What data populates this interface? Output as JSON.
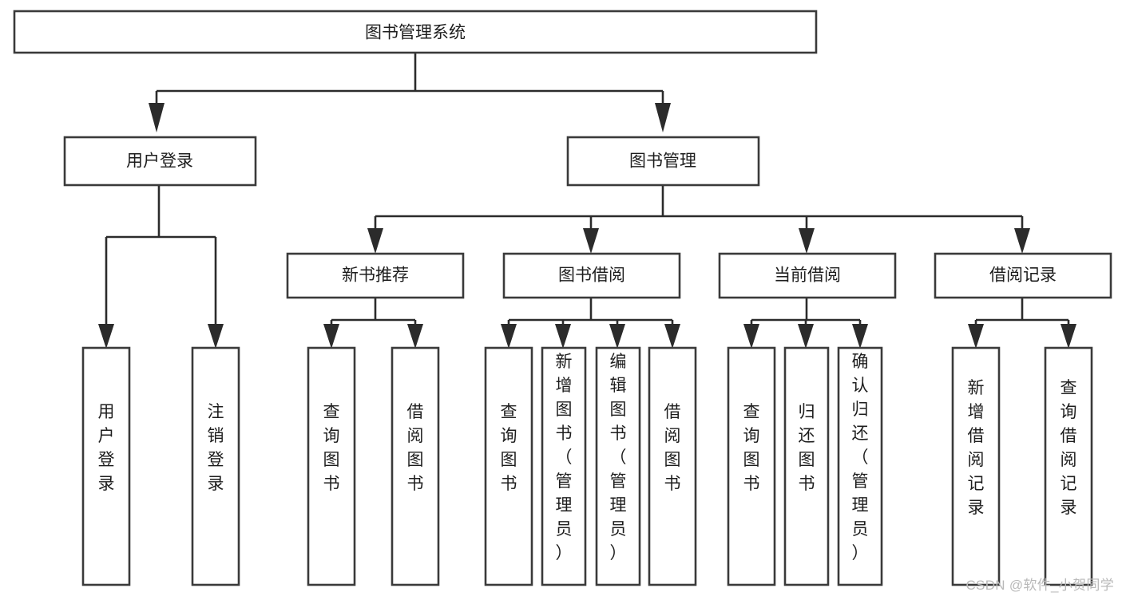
{
  "diagram": {
    "type": "tree",
    "title": "图书管理系统",
    "orientation": "top-down",
    "colors": {
      "box_stroke": "#3a3a3a",
      "box_fill": "#ffffff",
      "connector": "#2b2b2b",
      "label": "#1d1d1d",
      "watermark": "#b9b9b9",
      "background": "#ffffff"
    },
    "root": {
      "id": "root",
      "label": "图书管理系统",
      "text_orientation": "horizontal"
    },
    "level2": [
      {
        "id": "user-login",
        "label": "用户登录",
        "text_orientation": "horizontal"
      },
      {
        "id": "book-manage",
        "label": "图书管理",
        "text_orientation": "horizontal"
      }
    ],
    "level3": [
      {
        "id": "new-book-recommend",
        "label": "新书推荐",
        "parent": "book-manage",
        "text_orientation": "horizontal"
      },
      {
        "id": "book-borrow",
        "label": "图书借阅",
        "parent": "book-manage",
        "text_orientation": "horizontal"
      },
      {
        "id": "current-borrow",
        "label": "当前借阅",
        "parent": "book-manage",
        "text_orientation": "horizontal"
      },
      {
        "id": "borrow-record",
        "label": "借阅记录",
        "parent": "book-manage",
        "text_orientation": "horizontal"
      }
    ],
    "leaves": [
      {
        "id": "leaf-user-login",
        "label": "用户登录",
        "parent": "user-login",
        "text_orientation": "vertical"
      },
      {
        "id": "leaf-logout",
        "label": "注销登录",
        "parent": "user-login",
        "text_orientation": "vertical"
      },
      {
        "id": "leaf-query-book-1",
        "label": "查询图书",
        "parent": "new-book-recommend",
        "text_orientation": "vertical"
      },
      {
        "id": "leaf-borrow-book-1",
        "label": "借阅图书",
        "parent": "new-book-recommend",
        "text_orientation": "vertical"
      },
      {
        "id": "leaf-query-book-2",
        "label": "查询图书",
        "parent": "book-borrow",
        "text_orientation": "vertical"
      },
      {
        "id": "leaf-add-book",
        "label": "新增图书（管理员）",
        "parent": "book-borrow",
        "text_orientation": "vertical"
      },
      {
        "id": "leaf-edit-book",
        "label": "编辑图书（管理员）",
        "parent": "book-borrow",
        "text_orientation": "vertical"
      },
      {
        "id": "leaf-borrow-book-2",
        "label": "借阅图书",
        "parent": "book-borrow",
        "text_orientation": "vertical"
      },
      {
        "id": "leaf-query-book-3",
        "label": "查询图书",
        "parent": "current-borrow",
        "text_orientation": "vertical"
      },
      {
        "id": "leaf-return-book",
        "label": "归还图书",
        "parent": "current-borrow",
        "text_orientation": "vertical"
      },
      {
        "id": "leaf-confirm-return",
        "label": "确认归还（管理员）",
        "parent": "current-borrow",
        "text_orientation": "vertical"
      },
      {
        "id": "leaf-add-record",
        "label": "新增借阅记录",
        "parent": "borrow-record",
        "text_orientation": "vertical"
      },
      {
        "id": "leaf-query-record",
        "label": "查询借阅记录",
        "parent": "borrow-record",
        "text_orientation": "vertical"
      }
    ]
  },
  "watermark": {
    "text": "CSDN @软件_小贺同学"
  }
}
